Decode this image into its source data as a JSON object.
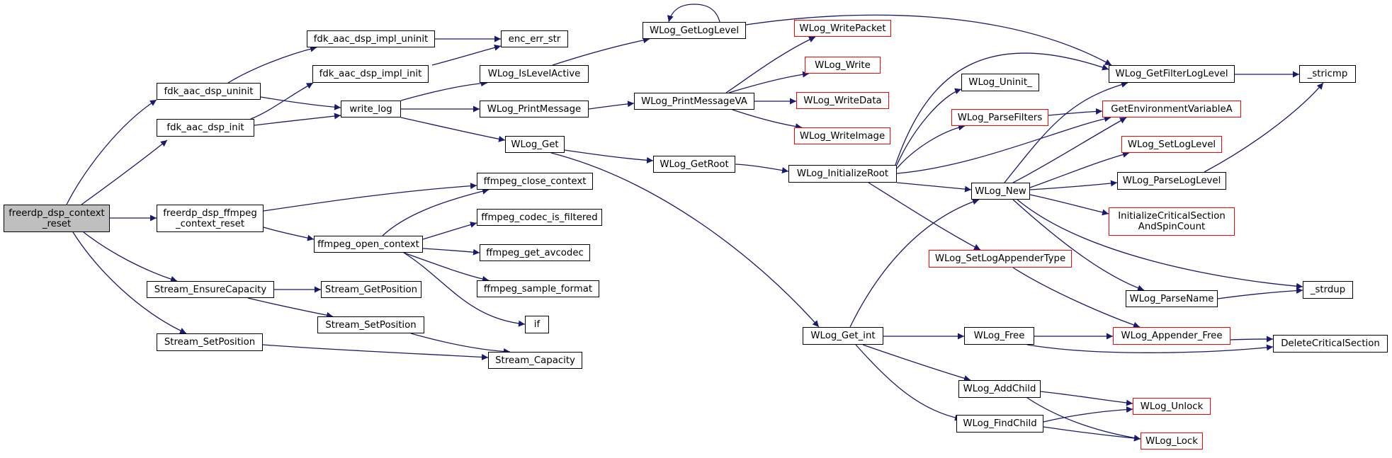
{
  "colors": {
    "edge": "#191970",
    "node_border": "#000000",
    "truncated_border": "#ff0000",
    "root_fill": "#bfbfbf"
  },
  "nodes": [
    {
      "id": "root",
      "lines": [
        "freerdp_dsp_context",
        "_reset"
      ],
      "kind": "root"
    },
    {
      "id": "fdk_uninit",
      "lines": [
        "fdk_aac_dsp_uninit"
      ]
    },
    {
      "id": "fdk_init",
      "lines": [
        "fdk_aac_dsp_init"
      ]
    },
    {
      "id": "ff_reset",
      "lines": [
        "freerdp_dsp_ffmpeg",
        "_context_reset"
      ]
    },
    {
      "id": "ensure",
      "lines": [
        "Stream_EnsureCapacity"
      ]
    },
    {
      "id": "setpos_l",
      "lines": [
        "Stream_SetPosition"
      ]
    },
    {
      "id": "impl_uninit",
      "lines": [
        "fdk_aac_dsp_impl_uninit"
      ]
    },
    {
      "id": "impl_init",
      "lines": [
        "fdk_aac_dsp_impl_init"
      ]
    },
    {
      "id": "write_log",
      "lines": [
        "write_log"
      ]
    },
    {
      "id": "ff_open",
      "lines": [
        "ffmpeg_open_context"
      ]
    },
    {
      "id": "getpos",
      "lines": [
        "Stream_GetPosition"
      ]
    },
    {
      "id": "setpos_m",
      "lines": [
        "Stream_SetPosition"
      ]
    },
    {
      "id": "enc_err",
      "lines": [
        "enc_err_str"
      ]
    },
    {
      "id": "islevel",
      "lines": [
        "WLog_IsLevelActive"
      ]
    },
    {
      "id": "printmsg",
      "lines": [
        "WLog_PrintMessage"
      ]
    },
    {
      "id": "wlog_get",
      "lines": [
        "WLog_Get"
      ]
    },
    {
      "id": "ff_close",
      "lines": [
        "ffmpeg_close_context"
      ]
    },
    {
      "id": "ff_filtered",
      "lines": [
        "ffmpeg_codec_is_filtered"
      ]
    },
    {
      "id": "ff_avcodec",
      "lines": [
        "ffmpeg_get_avcodec"
      ]
    },
    {
      "id": "ff_sample",
      "lines": [
        "ffmpeg_sample_format"
      ]
    },
    {
      "id": "if",
      "lines": [
        "if"
      ]
    },
    {
      "id": "capacity",
      "lines": [
        "Stream_Capacity"
      ]
    },
    {
      "id": "getloglevel",
      "lines": [
        "WLog_GetLogLevel"
      ]
    },
    {
      "id": "printva",
      "lines": [
        "WLog_PrintMessageVA"
      ]
    },
    {
      "id": "getroot",
      "lines": [
        "WLog_GetRoot"
      ]
    },
    {
      "id": "writepacket",
      "lines": [
        "WLog_WritePacket"
      ],
      "kind": "red"
    },
    {
      "id": "write",
      "lines": [
        "WLog_Write"
      ],
      "kind": "red"
    },
    {
      "id": "writedata",
      "lines": [
        "WLog_WriteData"
      ],
      "kind": "red"
    },
    {
      "id": "writeimage",
      "lines": [
        "WLog_WriteImage"
      ],
      "kind": "red"
    },
    {
      "id": "initroot",
      "lines": [
        "WLog_InitializeRoot"
      ]
    },
    {
      "id": "get_int",
      "lines": [
        "WLog_Get_int"
      ]
    },
    {
      "id": "uninit",
      "lines": [
        "WLog_Uninit_"
      ]
    },
    {
      "id": "parsefilters",
      "lines": [
        "WLog_ParseFilters"
      ],
      "kind": "red"
    },
    {
      "id": "wlog_new",
      "lines": [
        "WLog_New"
      ]
    },
    {
      "id": "setappender",
      "lines": [
        "WLog_SetLogAppenderType"
      ],
      "kind": "red"
    },
    {
      "id": "wlog_free",
      "lines": [
        "WLog_Free"
      ]
    },
    {
      "id": "addchild",
      "lines": [
        "WLog_AddChild"
      ]
    },
    {
      "id": "findchild",
      "lines": [
        "WLog_FindChild"
      ]
    },
    {
      "id": "getfilter",
      "lines": [
        "WLog_GetFilterLogLevel"
      ]
    },
    {
      "id": "getenv",
      "lines": [
        "GetEnvironmentVariableA"
      ],
      "kind": "red"
    },
    {
      "id": "setloglevel",
      "lines": [
        "WLog_SetLogLevel"
      ],
      "kind": "red"
    },
    {
      "id": "parseloglevel",
      "lines": [
        "WLog_ParseLogLevel"
      ]
    },
    {
      "id": "initcs",
      "lines": [
        "InitializeCriticalSection",
        "AndSpinCount"
      ],
      "kind": "red"
    },
    {
      "id": "parsename",
      "lines": [
        "WLog_ParseName"
      ]
    },
    {
      "id": "appfree",
      "lines": [
        "WLog_Appender_Free"
      ],
      "kind": "red"
    },
    {
      "id": "unlock",
      "lines": [
        "WLog_Unlock"
      ],
      "kind": "red"
    },
    {
      "id": "lock",
      "lines": [
        "WLog_Lock"
      ],
      "kind": "red"
    },
    {
      "id": "stricmp",
      "lines": [
        "_stricmp"
      ]
    },
    {
      "id": "strdup",
      "lines": [
        "_strdup"
      ]
    },
    {
      "id": "delcs",
      "lines": [
        "DeleteCriticalSection"
      ]
    }
  ]
}
